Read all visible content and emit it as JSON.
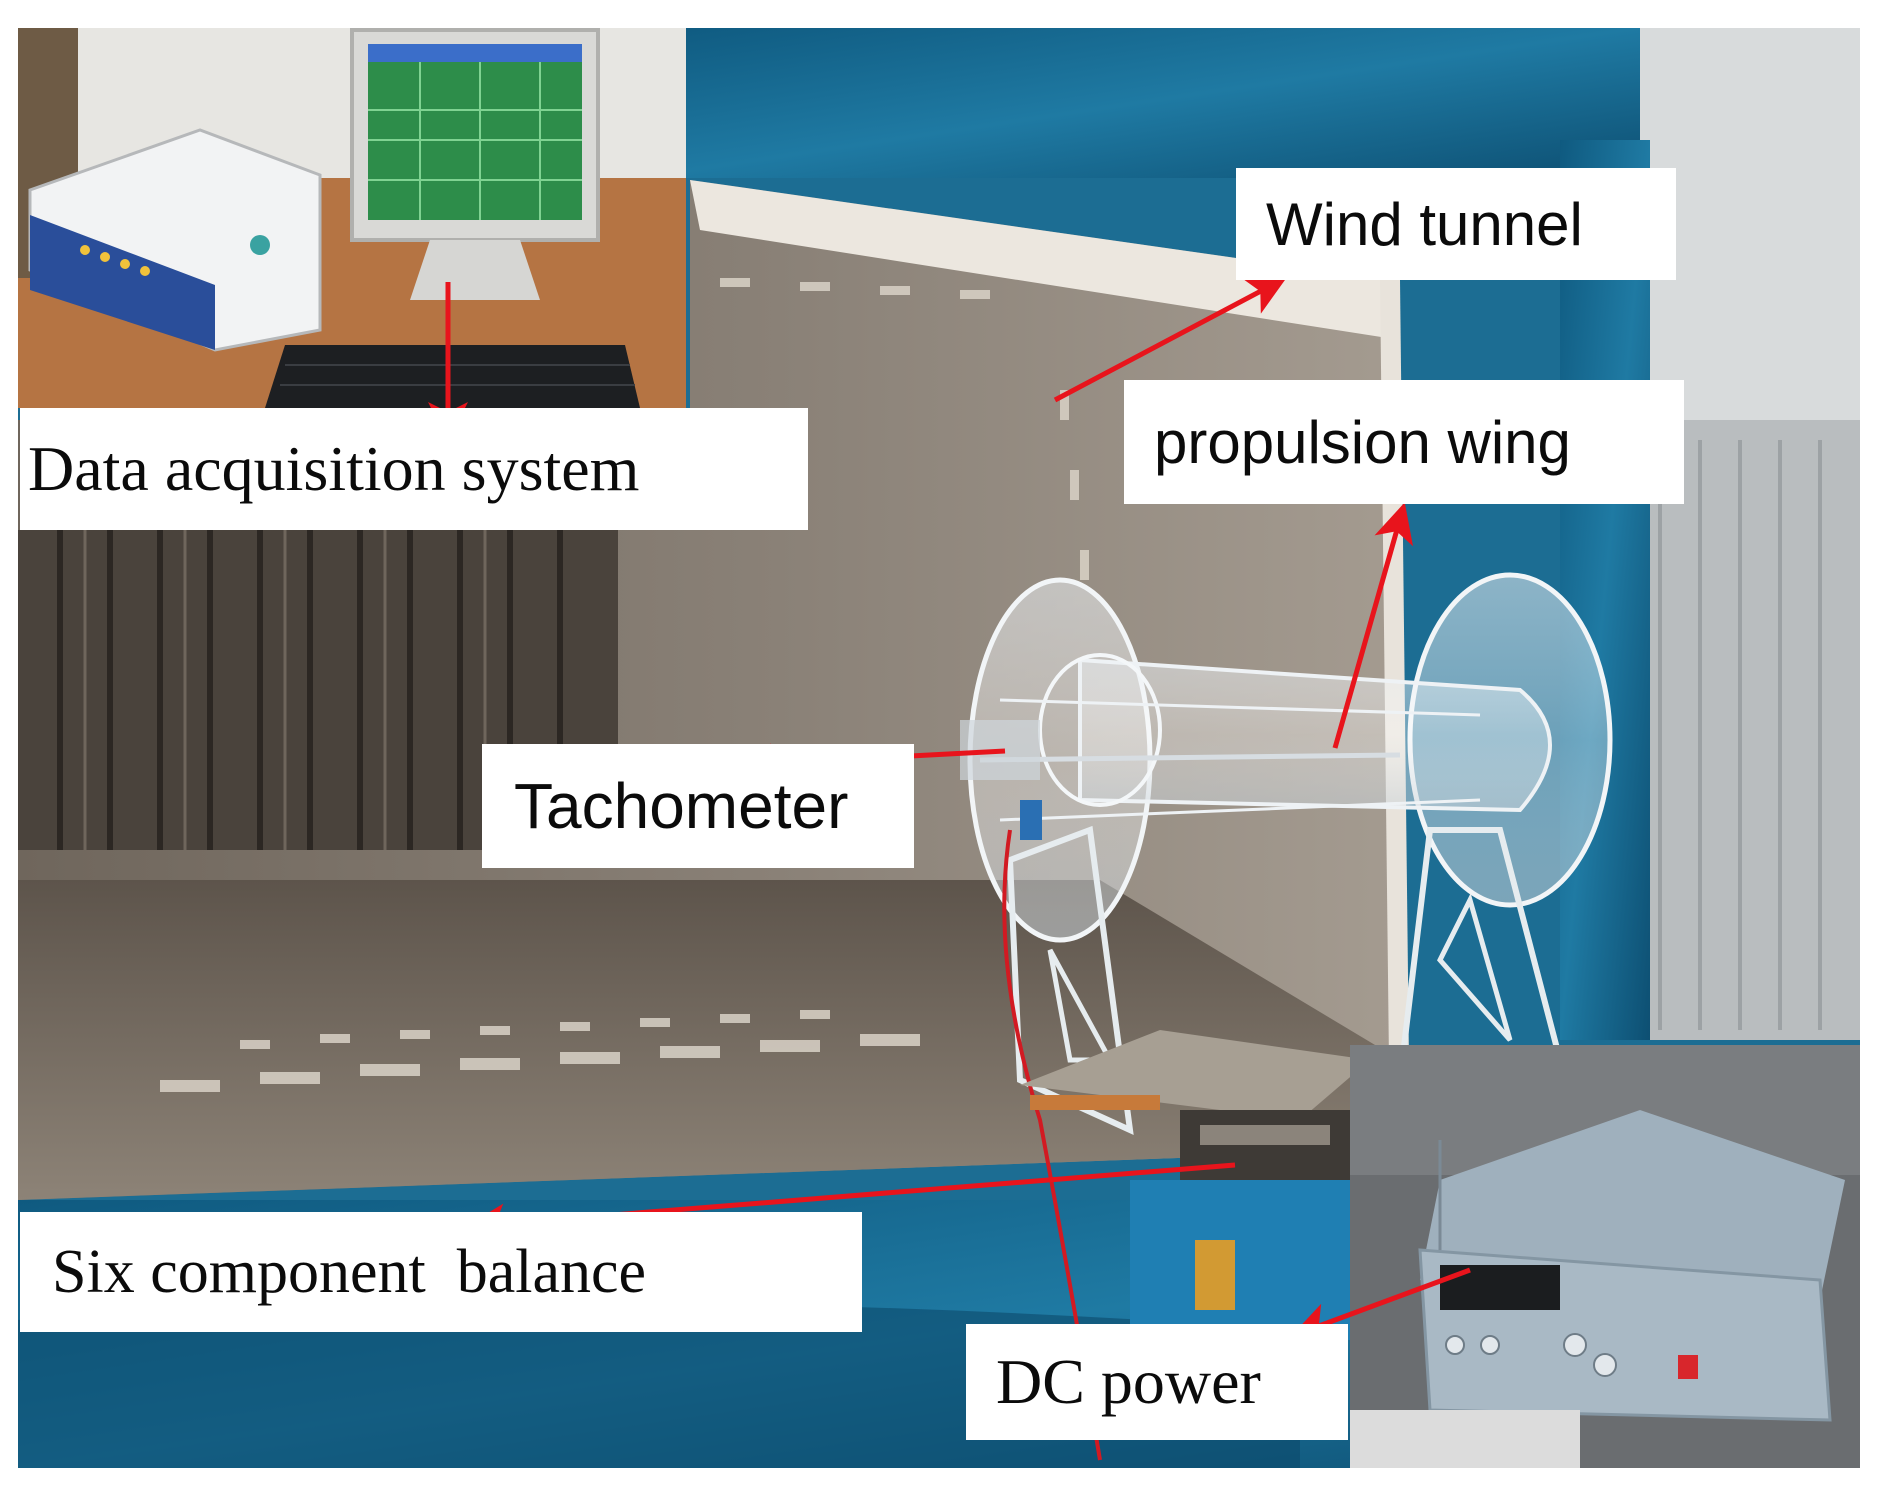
{
  "labels": {
    "data_acquisition": "Data acquisition system",
    "wind_tunnel": "Wind tunnel",
    "propulsion_wing": "propulsion wing",
    "tachometer": "Tachometer",
    "six_component_balance": "Six component  balance",
    "dc_power": "DC power"
  },
  "colors": {
    "arrow": "#e8141c",
    "tunnel_blue": "#1e6f96",
    "tunnel_interior": "#7f7468",
    "label_background": "#ffffff"
  }
}
